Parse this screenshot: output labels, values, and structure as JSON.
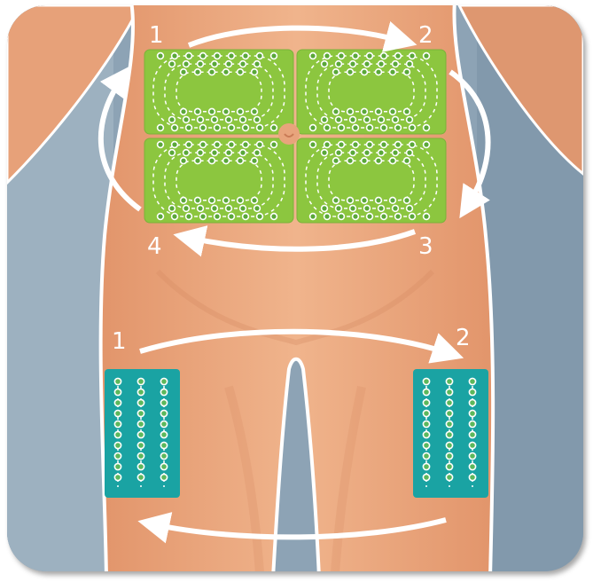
{
  "abdomen": {
    "labels": [
      "1",
      "2",
      "3",
      "4"
    ],
    "zone_color": "#8cc63f",
    "dot_color": "#ffffff"
  },
  "thighs": {
    "labels": [
      "1",
      "2"
    ],
    "zone_color": "#1aa3a3",
    "dot_color": "#ffffff"
  },
  "colors": {
    "background": "#8da3b5",
    "skin": "#e8a47c",
    "skin_shadow": "#d88b63",
    "arrow": "#ffffff"
  }
}
